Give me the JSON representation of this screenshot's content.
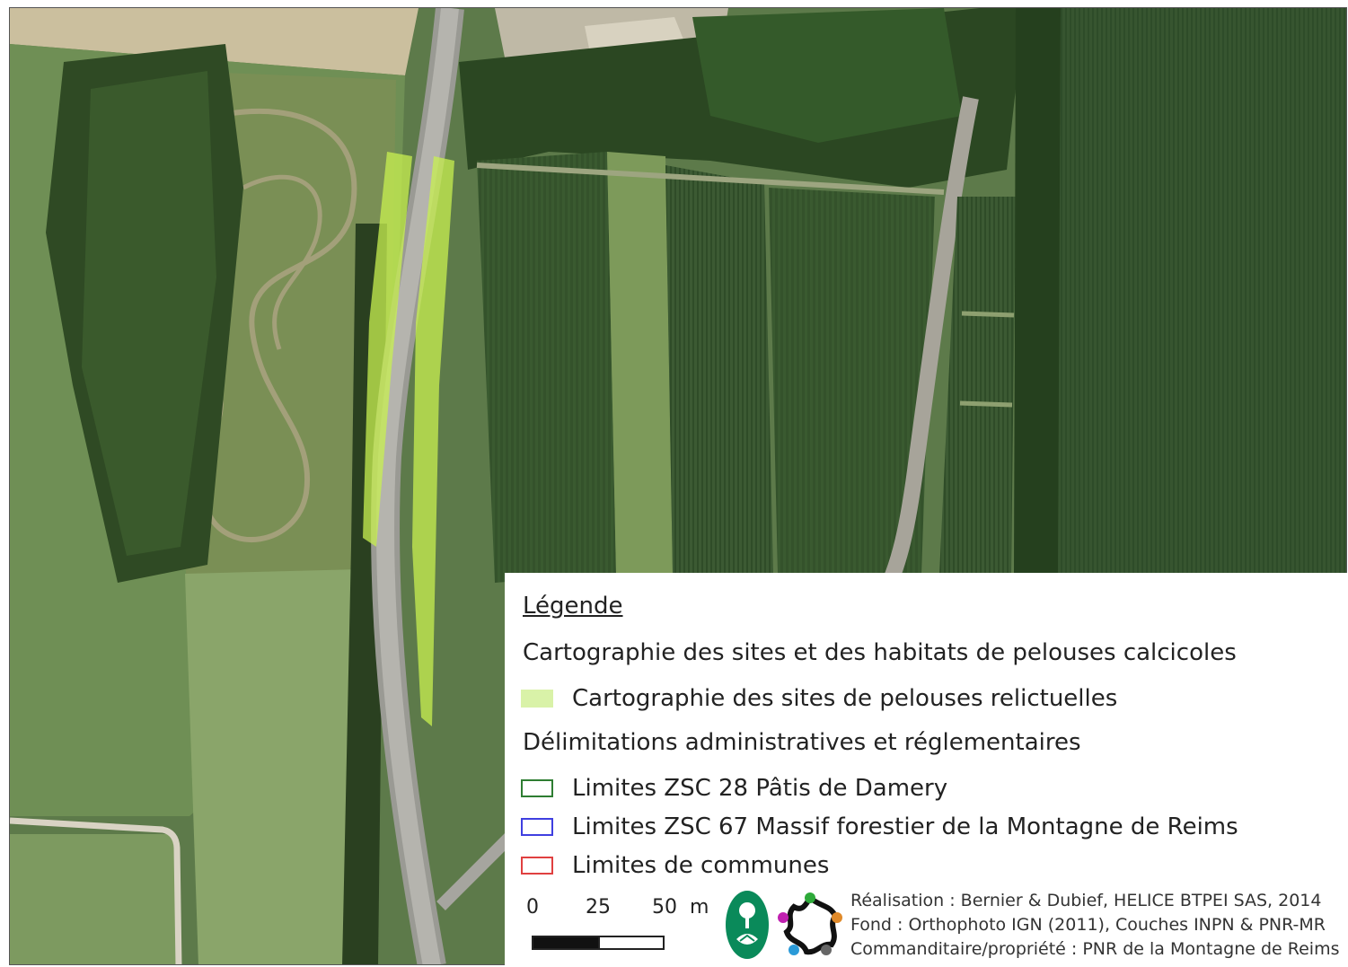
{
  "legend": {
    "title": "Légende",
    "group1": "Cartographie des sites et des habitats de pelouses calcicoles",
    "item_pelouses": "Cartographie des sites de pelouses relictuelles",
    "group2": "Délimitations administratives et réglementaires",
    "item_zsc28": "Limites ZSC 28 Pâtis de Damery",
    "item_zsc67": "Limites ZSC 67 Massif forestier de la Montagne de Reims",
    "item_communes": "Limites de communes"
  },
  "scale": {
    "label_0": "0",
    "label_25": "25",
    "label_50": "50",
    "unit": "m"
  },
  "credits": {
    "line1": "Réalisation : Bernier & Dubief, HELICE BTPEI SAS, 2014",
    "line2": "Fond : Orthophoto IGN (2011), Couches INPN & PNR-MR",
    "line3": "Commanditaire/propriété : PNR de la Montagne de Reims"
  },
  "colors": {
    "pelouses_fill": "#d9f2a8",
    "zsc28_stroke": "#2e7d32",
    "zsc67_stroke": "#3f3fe0",
    "communes_stroke": "#e04040",
    "logo_green": "#0a8a5a"
  }
}
